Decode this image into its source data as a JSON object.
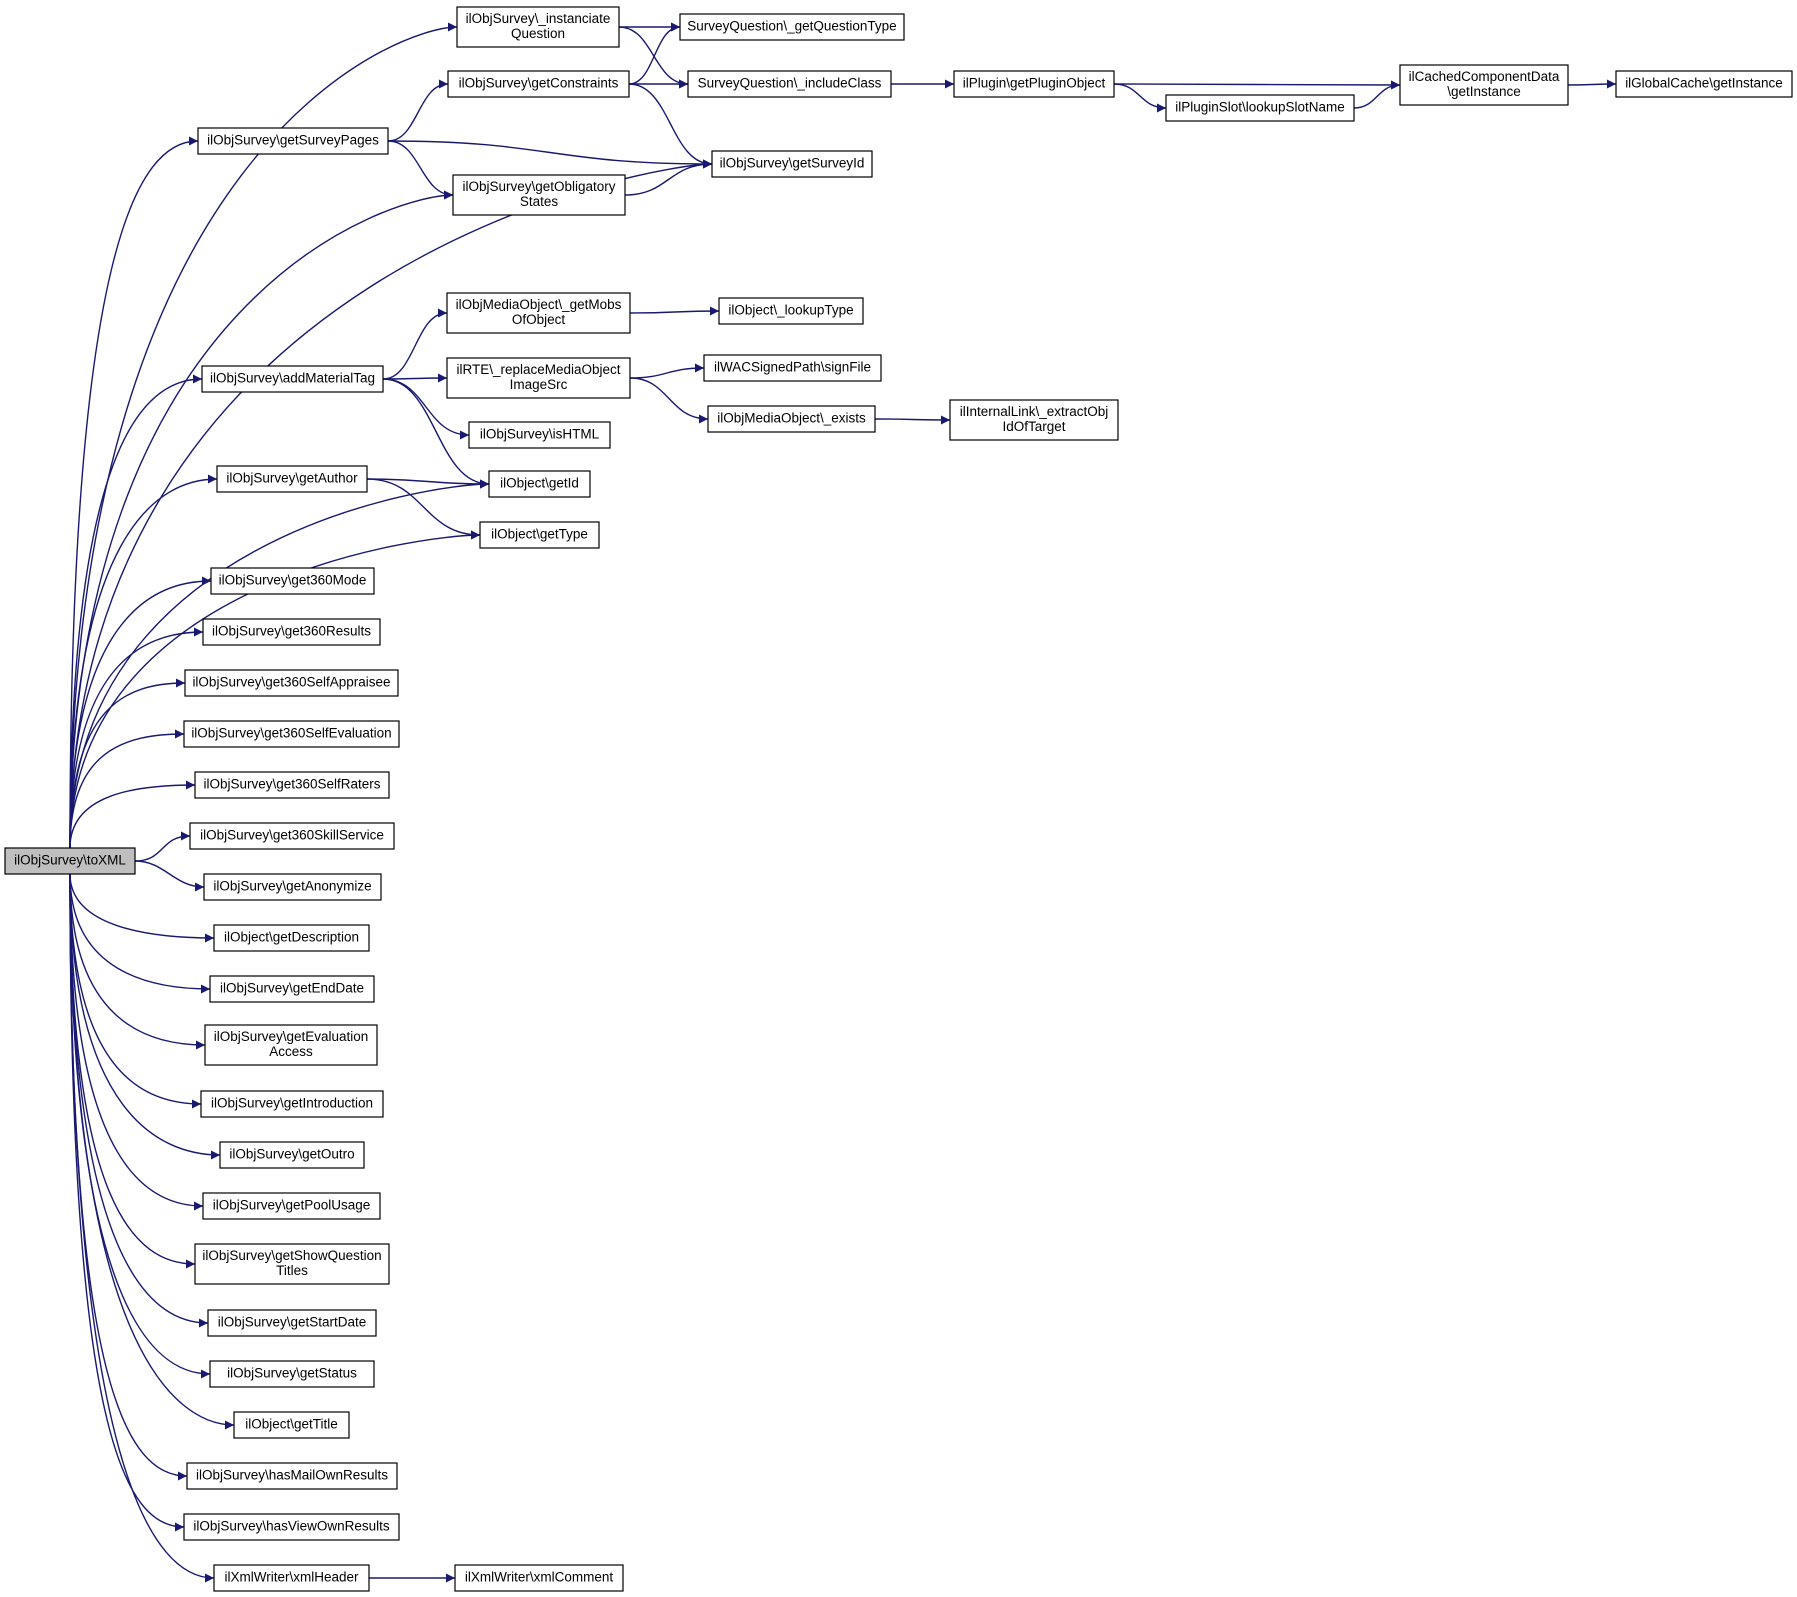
{
  "graph": {
    "root": "ilObjSurvey\\toXML",
    "nodes": [
      {
        "id": "toXML",
        "lines": [
          "ilObjSurvey\\toXML"
        ],
        "root": true
      },
      {
        "id": "instQ",
        "lines": [
          "ilObjSurvey\\_instanciate",
          "Question"
        ]
      },
      {
        "id": "getQT",
        "lines": [
          "SurveyQuestion\\_getQuestionType"
        ]
      },
      {
        "id": "getCons",
        "lines": [
          "ilObjSurvey\\getConstraints"
        ]
      },
      {
        "id": "inclCls",
        "lines": [
          "SurveyQuestion\\_includeClass"
        ]
      },
      {
        "id": "plugObj",
        "lines": [
          "ilPlugin\\getPluginObject"
        ]
      },
      {
        "id": "cacheInst",
        "lines": [
          "ilCachedComponentData",
          "\\getInstance"
        ]
      },
      {
        "id": "globInst",
        "lines": [
          "ilGlobalCache\\getInstance"
        ]
      },
      {
        "id": "lookupSlot",
        "lines": [
          "ilPluginSlot\\lookupSlotName"
        ]
      },
      {
        "id": "pages",
        "lines": [
          "ilObjSurvey\\getSurveyPages"
        ]
      },
      {
        "id": "surveyId",
        "lines": [
          "ilObjSurvey\\getSurveyId"
        ]
      },
      {
        "id": "oblig",
        "lines": [
          "ilObjSurvey\\getObligatory",
          "States"
        ]
      },
      {
        "id": "mobs",
        "lines": [
          "ilObjMediaObject\\_getMobs",
          "OfObject"
        ]
      },
      {
        "id": "lookupType",
        "lines": [
          "ilObject\\_lookupType"
        ]
      },
      {
        "id": "addMat",
        "lines": [
          "ilObjSurvey\\addMaterialTag"
        ]
      },
      {
        "id": "rte",
        "lines": [
          "ilRTE\\_replaceMediaObject",
          "ImageSrc"
        ]
      },
      {
        "id": "sign",
        "lines": [
          "ilWACSignedPath\\signFile"
        ]
      },
      {
        "id": "exists",
        "lines": [
          "ilObjMediaObject\\_exists"
        ]
      },
      {
        "id": "extract",
        "lines": [
          "ilInternalLink\\_extractObj",
          "IdOfTarget"
        ]
      },
      {
        "id": "isHTML",
        "lines": [
          "ilObjSurvey\\isHTML"
        ]
      },
      {
        "id": "getAuthor",
        "lines": [
          "ilObjSurvey\\getAuthor"
        ]
      },
      {
        "id": "getId",
        "lines": [
          "ilObject\\getId"
        ]
      },
      {
        "id": "getType",
        "lines": [
          "ilObject\\getType"
        ]
      },
      {
        "id": "m360",
        "lines": [
          "ilObjSurvey\\get360Mode"
        ]
      },
      {
        "id": "r360",
        "lines": [
          "ilObjSurvey\\get360Results"
        ]
      },
      {
        "id": "sa360",
        "lines": [
          "ilObjSurvey\\get360SelfAppraisee"
        ]
      },
      {
        "id": "se360",
        "lines": [
          "ilObjSurvey\\get360SelfEvaluation"
        ]
      },
      {
        "id": "sr360",
        "lines": [
          "ilObjSurvey\\get360SelfRaters"
        ]
      },
      {
        "id": "ss360",
        "lines": [
          "ilObjSurvey\\get360SkillService"
        ]
      },
      {
        "id": "anon",
        "lines": [
          "ilObjSurvey\\getAnonymize"
        ]
      },
      {
        "id": "desc",
        "lines": [
          "ilObject\\getDescription"
        ]
      },
      {
        "id": "endDate",
        "lines": [
          "ilObjSurvey\\getEndDate"
        ]
      },
      {
        "id": "evalAcc",
        "lines": [
          "ilObjSurvey\\getEvaluation",
          "Access"
        ]
      },
      {
        "id": "intro",
        "lines": [
          "ilObjSurvey\\getIntroduction"
        ]
      },
      {
        "id": "outro",
        "lines": [
          "ilObjSurvey\\getOutro"
        ]
      },
      {
        "id": "pool",
        "lines": [
          "ilObjSurvey\\getPoolUsage"
        ]
      },
      {
        "id": "showQT",
        "lines": [
          "ilObjSurvey\\getShowQuestion",
          "Titles"
        ]
      },
      {
        "id": "startDate",
        "lines": [
          "ilObjSurvey\\getStartDate"
        ]
      },
      {
        "id": "status",
        "lines": [
          "ilObjSurvey\\getStatus"
        ]
      },
      {
        "id": "title",
        "lines": [
          "ilObject\\getTitle"
        ]
      },
      {
        "id": "mailOwn",
        "lines": [
          "ilObjSurvey\\hasMailOwnResults"
        ]
      },
      {
        "id": "viewOwn",
        "lines": [
          "ilObjSurvey\\hasViewOwnResults"
        ]
      },
      {
        "id": "xmlHeader",
        "lines": [
          "ilXmlWriter\\xmlHeader"
        ]
      },
      {
        "id": "xmlComment",
        "lines": [
          "ilXmlWriter\\xmlComment"
        ]
      }
    ],
    "edges": [
      [
        "toXML",
        "instQ"
      ],
      [
        "toXML",
        "pages"
      ],
      [
        "toXML",
        "oblig"
      ],
      [
        "toXML",
        "surveyId"
      ],
      [
        "toXML",
        "addMat"
      ],
      [
        "toXML",
        "getId"
      ],
      [
        "toXML",
        "getAuthor"
      ],
      [
        "toXML",
        "getType"
      ],
      [
        "toXML",
        "m360"
      ],
      [
        "toXML",
        "r360"
      ],
      [
        "toXML",
        "sa360"
      ],
      [
        "toXML",
        "se360"
      ],
      [
        "toXML",
        "sr360"
      ],
      [
        "toXML",
        "ss360"
      ],
      [
        "toXML",
        "anon"
      ],
      [
        "toXML",
        "desc"
      ],
      [
        "toXML",
        "endDate"
      ],
      [
        "toXML",
        "evalAcc"
      ],
      [
        "toXML",
        "intro"
      ],
      [
        "toXML",
        "outro"
      ],
      [
        "toXML",
        "pool"
      ],
      [
        "toXML",
        "showQT"
      ],
      [
        "toXML",
        "startDate"
      ],
      [
        "toXML",
        "status"
      ],
      [
        "toXML",
        "title"
      ],
      [
        "toXML",
        "mailOwn"
      ],
      [
        "toXML",
        "viewOwn"
      ],
      [
        "toXML",
        "xmlHeader"
      ],
      [
        "instQ",
        "getQT"
      ],
      [
        "instQ",
        "inclCls"
      ],
      [
        "getCons",
        "getQT"
      ],
      [
        "getCons",
        "inclCls"
      ],
      [
        "getCons",
        "surveyId"
      ],
      [
        "inclCls",
        "plugObj"
      ],
      [
        "plugObj",
        "cacheInst"
      ],
      [
        "plugObj",
        "lookupSlot"
      ],
      [
        "lookupSlot",
        "cacheInst"
      ],
      [
        "cacheInst",
        "globInst"
      ],
      [
        "pages",
        "getCons"
      ],
      [
        "pages",
        "surveyId"
      ],
      [
        "pages",
        "oblig"
      ],
      [
        "oblig",
        "surveyId"
      ],
      [
        "addMat",
        "mobs"
      ],
      [
        "addMat",
        "rte"
      ],
      [
        "addMat",
        "isHTML"
      ],
      [
        "addMat",
        "getId"
      ],
      [
        "mobs",
        "lookupType"
      ],
      [
        "rte",
        "sign"
      ],
      [
        "rte",
        "exists"
      ],
      [
        "exists",
        "extract"
      ],
      [
        "getAuthor",
        "getId"
      ],
      [
        "getAuthor",
        "getType"
      ],
      [
        "xmlHeader",
        "xmlComment"
      ]
    ]
  }
}
